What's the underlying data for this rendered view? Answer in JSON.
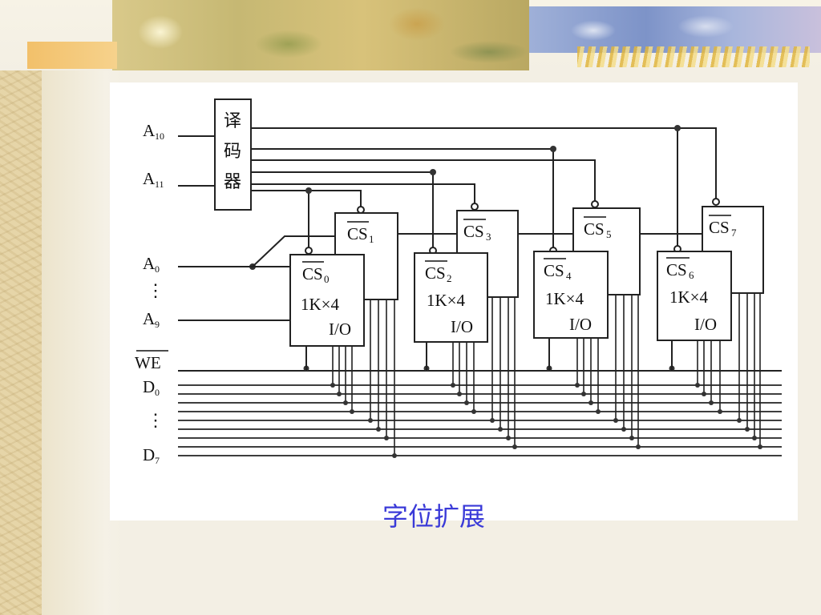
{
  "decoder": {
    "chars": [
      "译",
      "码",
      "器"
    ]
  },
  "labels": {
    "a10": "A",
    "a10_sub": "10",
    "a11": "A",
    "a11_sub": "11",
    "a0": "A",
    "a0_sub": "0",
    "dots_top": "⋮",
    "a9": "A",
    "a9_sub": "9",
    "we": "WE",
    "d0": "D",
    "d0_sub": "0",
    "dots_bottom": "⋮",
    "d7": "D",
    "d7_sub": "7"
  },
  "chips": [
    {
      "cs": "CS",
      "sub": "0",
      "size": "1K×4",
      "io": "I/O"
    },
    {
      "cs": "CS",
      "sub": "1"
    },
    {
      "cs": "CS",
      "sub": "2",
      "size": "1K×4",
      "io": "I/O"
    },
    {
      "cs": "CS",
      "sub": "3"
    },
    {
      "cs": "CS",
      "sub": "4",
      "size": "1K×4",
      "io": "I/O"
    },
    {
      "cs": "CS",
      "sub": "5"
    },
    {
      "cs": "CS",
      "sub": "6",
      "size": "1K×4",
      "io": "I/O"
    },
    {
      "cs": "CS",
      "sub": "7"
    }
  ],
  "caption": "字位扩展",
  "colors": {
    "caption": "#3a3ad8",
    "line": "#222222"
  }
}
